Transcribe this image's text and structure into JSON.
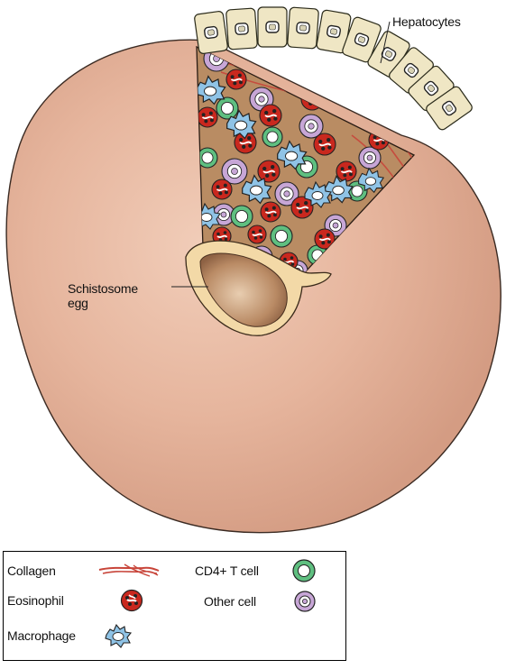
{
  "labels": {
    "hepatocytes": "Hepatocytes",
    "egg_line1": "Schistosome",
    "egg_line2": "egg"
  },
  "legend": {
    "collagen": "Collagen",
    "eosinophil": "Eosinophil",
    "macrophage": "Macrophage",
    "cd4_t_cell": "CD4+ T cell",
    "other_cell": "Other cell"
  },
  "colors": {
    "granuloma": "#e7b8a1",
    "hepatocyte": "#efe6c4",
    "wedge_fill": "#b98c63",
    "collagen": "#c8453a",
    "eosinophil": "#c9281e",
    "macrophage": "#8fc3e6",
    "cd4_t_cell": "#5fbf80",
    "other_cell": "#c7a6d6",
    "egg": "#c99a74"
  }
}
